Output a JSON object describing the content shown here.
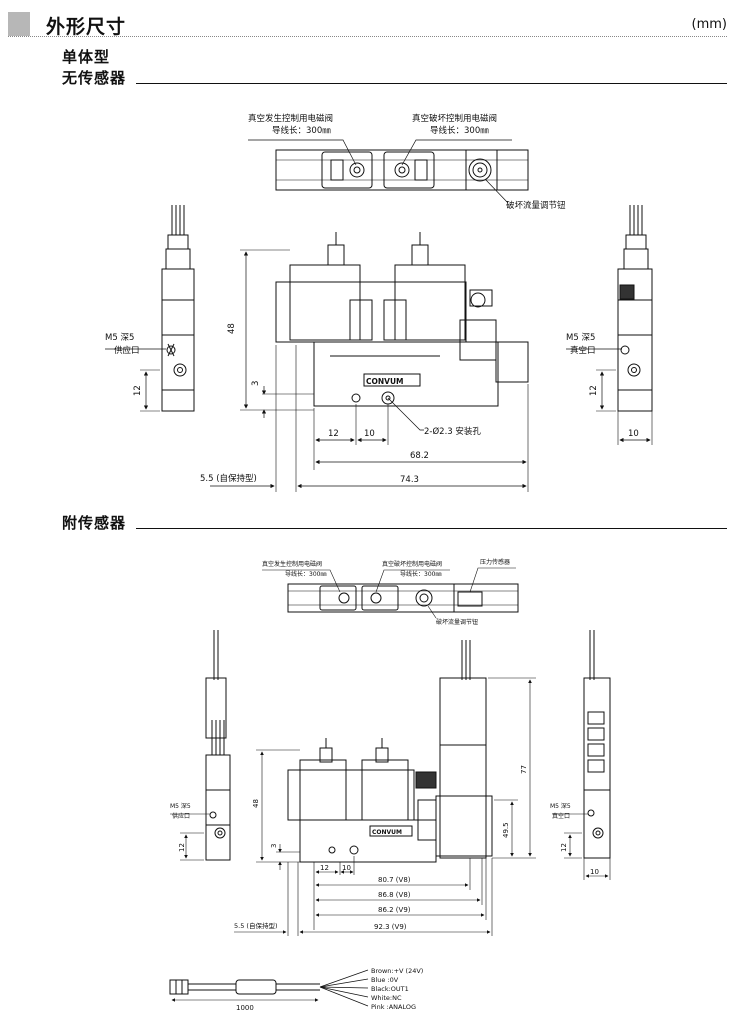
{
  "header": {
    "title": "外形尺寸",
    "unit": "(mm)"
  },
  "section1": {
    "type_label": "单体型",
    "title": "无传感器",
    "callouts": {
      "vac_gen_valve": "真空发生控制用电磁阀",
      "vac_gen_lead": "导线长：300㎜",
      "vac_break_valve": "真空破坏控制用电磁阀",
      "vac_break_lead": "导线长：300㎜",
      "flow_knob": "破坏流量调节钮",
      "supply_port_size": "M5  深5",
      "supply_port": "供应口",
      "vacuum_port_size": "M5  深5",
      "vacuum_port": "真空口",
      "mount_holes": "2-Ø2.3 安装孔",
      "self_hold": "5.5 (自保持型)",
      "logo": "CONVUM"
    },
    "dims": {
      "d48": "48",
      "d3": "3",
      "d12v": "12",
      "d12h": "12",
      "d10": "10",
      "d68": "68.2",
      "d74": "74.3",
      "d12r": "12",
      "d10r": "10"
    }
  },
  "section2": {
    "title": "附传感器",
    "callouts": {
      "vac_gen_valve": "真空发生控制用电磁阀",
      "vac_gen_lead": "导线长：300㎜",
      "vac_break_valve": "真空破坏控制用电磁阀",
      "vac_break_lead": "导线长：300㎜",
      "pressure_sensor": "压力传感器",
      "flow_knob": "破坏流量调节钮",
      "supply_port_size": "M5 深5",
      "supply_port": "供应口",
      "vacuum_port_size": "M5 深5",
      "vacuum_port": "真空口",
      "self_hold": "5.5 (自保持型)",
      "logo": "CONVUM"
    },
    "dims": {
      "d48": "48",
      "d3": "3",
      "d12v": "12",
      "d12h": "12",
      "d10": "10",
      "d77": "77",
      "d49": "49.5",
      "d80": "80.7 (V8)",
      "d86a": "86.8 (V8)",
      "d86b": "86.2 (V9)",
      "d92": "92.3 (V9)",
      "d12r": "12",
      "d10r": "10"
    },
    "cable": {
      "length": "1000",
      "wires": [
        "Brown:+V (24V)",
        "Blue :0V",
        "Black:OUT1",
        "White:NC",
        "Pink :ANALOG"
      ]
    }
  }
}
